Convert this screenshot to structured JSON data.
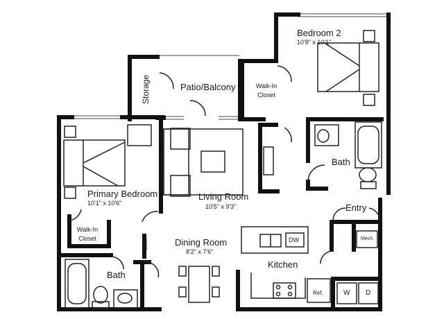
{
  "rooms": {
    "bedroom2": {
      "name": "Bedroom 2",
      "dims": "10'8\" x 10'1\""
    },
    "patio": {
      "name": "Patio/Balcony"
    },
    "storage": {
      "name": "Storage"
    },
    "walkin_closet_upper": {
      "line1": "Walk-In",
      "line2": "Closet"
    },
    "living_room": {
      "name": "Living Room",
      "dims": "10'5\" x 9'3\""
    },
    "primary_bedroom": {
      "name": "Primary Bedroom",
      "dims": "10'1\" x 10'6\""
    },
    "walkin_closet_lower": {
      "line1": "Walk-In",
      "line2": "Closet"
    },
    "bath_upper": {
      "name": "Bath"
    },
    "entry": {
      "name": "Entry"
    },
    "dining_room": {
      "name": "Dining Room",
      "dims": "8'2\" x 7'6\""
    },
    "kitchen": {
      "name": "Kitchen"
    },
    "bath_lower": {
      "name": "Bath"
    },
    "linen": {
      "name": "Linen"
    }
  },
  "fixtures": {
    "dw": "DW",
    "mech": "Mech",
    "ref": "Ref.",
    "washer": "W",
    "dryer": "D"
  },
  "colors": {
    "wall": "#111111",
    "line": "#444444",
    "background": "#ffffff"
  }
}
